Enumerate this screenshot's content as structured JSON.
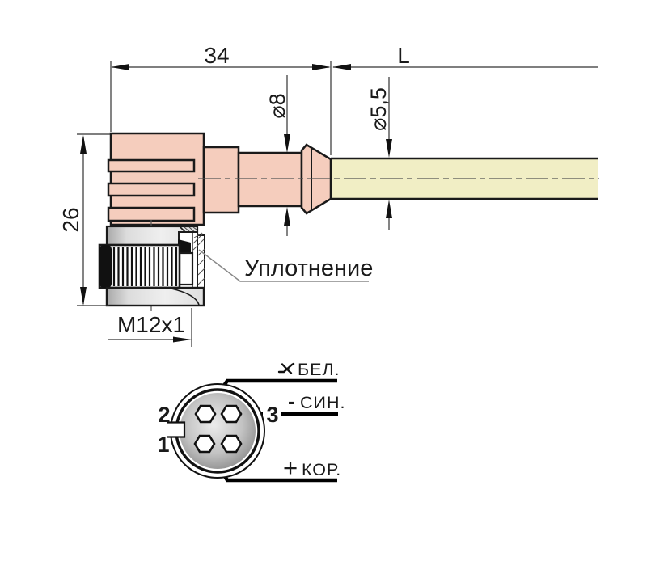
{
  "dimensions": {
    "body_width": "34",
    "cable_length": "L",
    "body_height": "26",
    "boot_diameter": "⌀8",
    "cable_diameter": "⌀5,5",
    "thread": "M12x1"
  },
  "callouts": {
    "seal": "Уплотнение"
  },
  "pinout": {
    "pins": {
      "top_left": "2",
      "bottom_left": "1",
      "top_right": "3"
    },
    "wires": [
      {
        "name": "white",
        "sign": "",
        "symbol": "switch-output",
        "label": "БЕЛ."
      },
      {
        "name": "blue",
        "sign": "-",
        "symbol": "minus",
        "label": "СИН."
      },
      {
        "name": "brown",
        "sign": "+",
        "symbol": "plus",
        "label": "КОР."
      }
    ]
  },
  "colors": {
    "body": "#f5cdbd",
    "cable": "#f1eec5",
    "outline": "#1a1a1a"
  }
}
